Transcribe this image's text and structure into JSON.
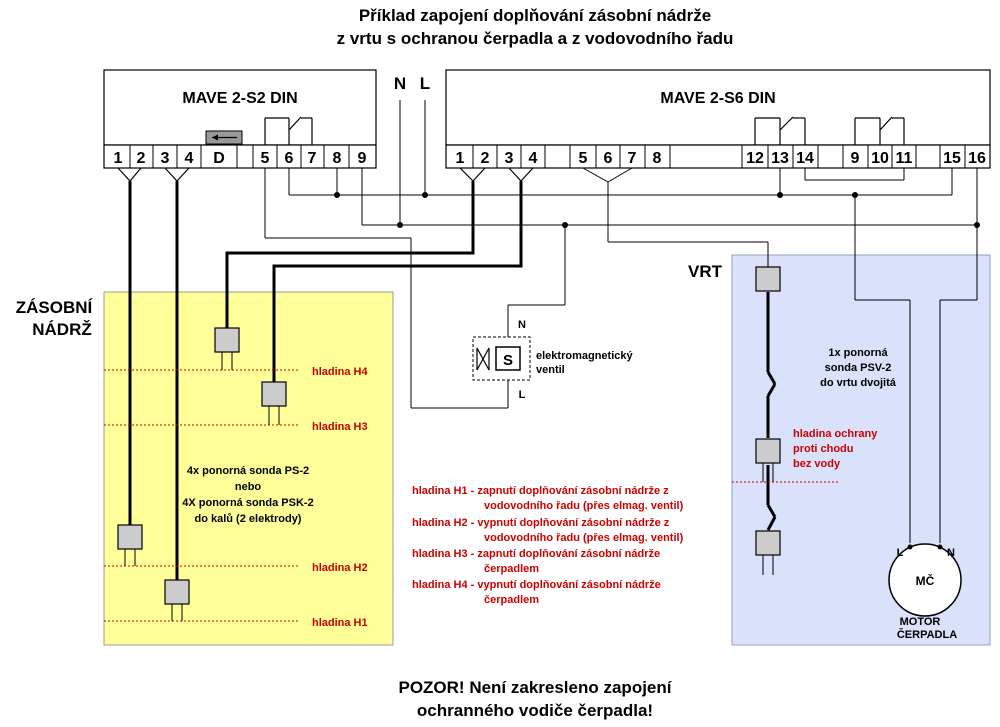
{
  "title": {
    "line1": "Příklad zapojení doplňování zásobní nádrže",
    "line2": "z vrtu s ochranou čerpadla a z vodovodního řadu"
  },
  "supply": {
    "n": "N",
    "l": "L"
  },
  "module_left": {
    "name": "MAVE 2-S2 DIN",
    "terminals": [
      "1",
      "2",
      "3",
      "4",
      "D",
      "5",
      "6",
      "7",
      "8",
      "9"
    ]
  },
  "module_right": {
    "name": "MAVE 2-S6 DIN",
    "terminals": [
      "1",
      "2",
      "3",
      "4",
      "5",
      "6",
      "7",
      "8",
      "12",
      "13",
      "14",
      "9",
      "10",
      "11",
      "15",
      "16"
    ]
  },
  "tank": {
    "label_line1": "ZÁSOBNÍ",
    "label_line2": "NÁDRŽ",
    "probe_text": [
      "4x ponorná sonda PS-2",
      "nebo",
      "4X ponorná sonda PSK-2",
      "do kalů (2 elektrody)"
    ],
    "levels": [
      "hladina H4",
      "hladina H3",
      "hladina H2",
      "hladina H1"
    ]
  },
  "valve": {
    "symbol": "S",
    "label_line1": "elektromagnetický",
    "label_line2": "ventil",
    "n": "N",
    "l": "L"
  },
  "well": {
    "label": "VRT",
    "probe_text": [
      "1x ponorná",
      "sonda PSV-2",
      "do vrtu dvojitá"
    ],
    "protection_level": [
      "hladina ochrany",
      "proti chodu",
      "bez vody"
    ]
  },
  "motor": {
    "symbol": "MČ",
    "l": "L",
    "n": "N",
    "label_line1": "MOTOR",
    "label_line2": "ČERPADLA"
  },
  "legend": [
    "hladina H1 - zapnutí doplňování zásobní nádrže z",
    "vodovodního řadu (přes elmag. ventil)",
    "hladina H2 - vypnutí doplňování zásobní nádrže z",
    "vodovodního řadu (přes elmag. ventil)",
    "hladina H3 - zapnutí doplňování zásobní nádrže",
    "čerpadlem",
    "hladina H4 - vypnutí doplňování zásobní nádrže",
    "čerpadlem"
  ],
  "warning": {
    "line1": "POZOR! Není zakresleno zapojení",
    "line2": "ochranného vodiče čerpadla!"
  },
  "colors": {
    "level_red": "#cc0000",
    "tank_fill": "#ffff99",
    "well_fill": "#d9e1fb"
  }
}
